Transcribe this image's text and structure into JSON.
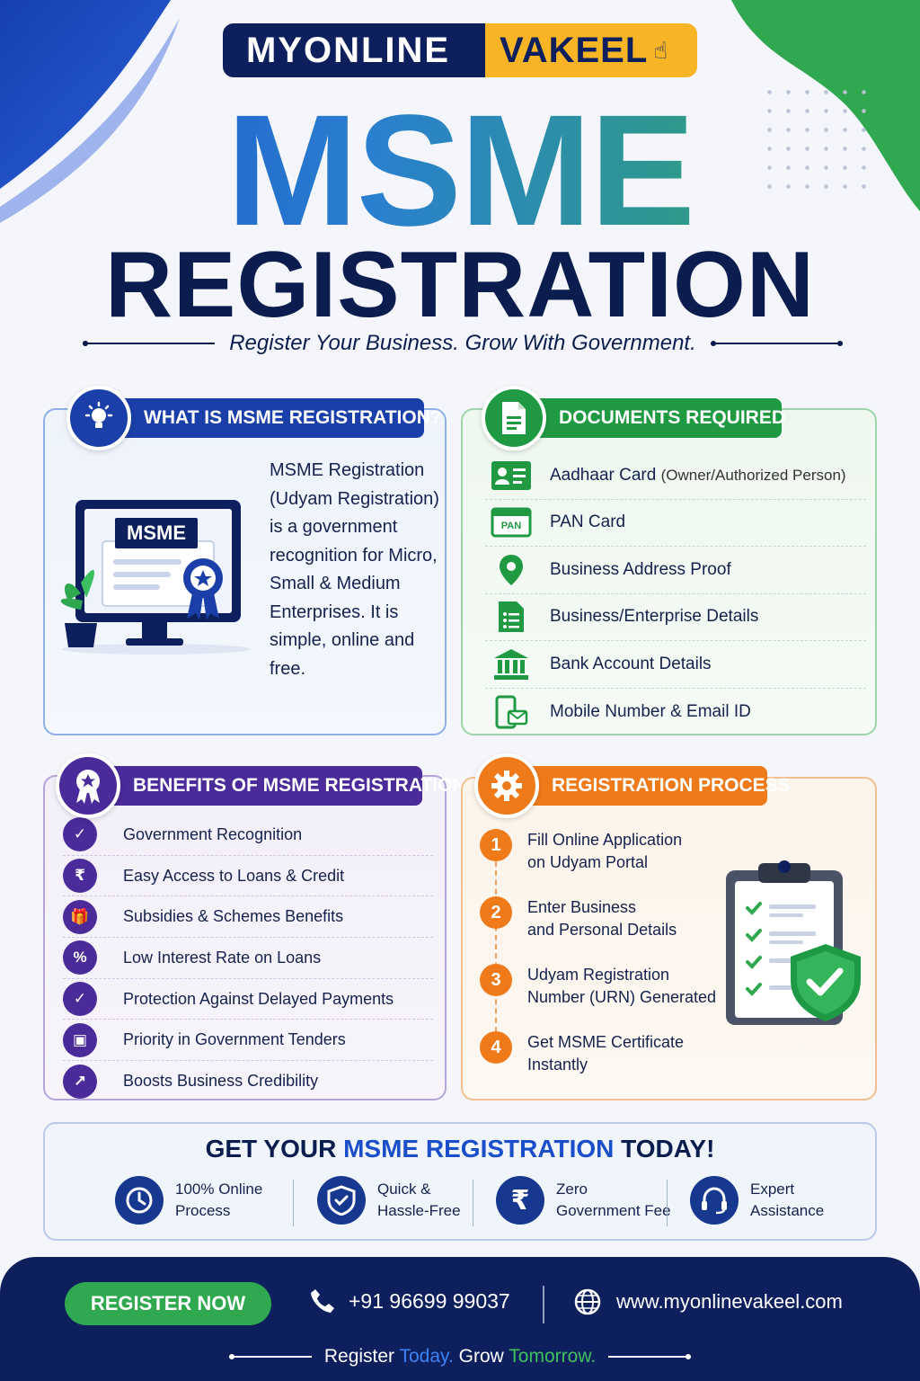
{
  "brand": {
    "part1": "MYONLINE",
    "part2": "VAKEEL"
  },
  "hero": {
    "title_top": "MSME",
    "title_bottom": "REGISTRATION",
    "tagline": "Register Your Business. Grow With Government."
  },
  "what": {
    "heading": "WHAT IS MSME REGISTRATION?",
    "screen_label": "MSME",
    "body": "MSME Registration (Udyam Registration) is a government recognition for Micro, Small & Medium Enterprises. It is simple, online and free."
  },
  "documents": {
    "heading": "DOCUMENTS REQUIRED",
    "pan_tag": "PAN",
    "items": [
      {
        "label": "Aadhaar Card",
        "note": "(Owner/Authorized Person)",
        "icon": "id-card-icon"
      },
      {
        "label": "PAN Card",
        "note": "",
        "icon": "pan-card-icon"
      },
      {
        "label": "Business Address Proof",
        "note": "",
        "icon": "location-pin-icon"
      },
      {
        "label": "Business/Enterprise Details",
        "note": "",
        "icon": "document-list-icon"
      },
      {
        "label": "Bank Account Details",
        "note": "",
        "icon": "bank-icon"
      },
      {
        "label": "Mobile Number & Email ID",
        "note": "",
        "icon": "mobile-email-icon"
      }
    ]
  },
  "benefits": {
    "heading": "BENEFITS OF MSME REGISTRATION",
    "items": [
      {
        "label": "Government Recognition",
        "glyph": "✓",
        "icon": "shield-check-icon"
      },
      {
        "label": "Easy Access to Loans & Credit",
        "glyph": "₹",
        "icon": "rupee-hand-icon"
      },
      {
        "label": "Subsidies & Schemes Benefits",
        "glyph": "🎁",
        "icon": "gift-icon"
      },
      {
        "label": "Low Interest Rate on Loans",
        "glyph": "%",
        "icon": "percent-icon"
      },
      {
        "label": "Protection Against Delayed Payments",
        "glyph": "✓",
        "icon": "shield-icon"
      },
      {
        "label": "Priority in Government Tenders",
        "glyph": "▣",
        "icon": "briefcase-icon"
      },
      {
        "label": "Boosts Business Credibility",
        "glyph": "↗",
        "icon": "growth-chart-icon"
      }
    ]
  },
  "process": {
    "heading": "REGISTRATION PROCESS",
    "steps": [
      {
        "num": "1",
        "line1": "Fill Online Application",
        "line2": "on Udyam Portal"
      },
      {
        "num": "2",
        "line1": "Enter Business",
        "line2": "and Personal Details"
      },
      {
        "num": "3",
        "line1": "Udyam Registration",
        "line2": "Number (URN) Generated"
      },
      {
        "num": "4",
        "line1": "Get MSME Certificate",
        "line2": "Instantly"
      }
    ]
  },
  "cta": {
    "title_pre": "GET YOUR ",
    "title_hl": "MSME REGISTRATION",
    "title_post": " TODAY!",
    "features": [
      {
        "line1": "100% Online",
        "line2": "Process",
        "icon": "clock-icon"
      },
      {
        "line1": "Quick &",
        "line2": "Hassle-Free",
        "icon": "shield-check-icon"
      },
      {
        "line1": "Zero",
        "line2": "Government Fee",
        "icon": "rupee-icon"
      },
      {
        "line1": "Expert",
        "line2": "Assistance",
        "icon": "headset-icon"
      }
    ]
  },
  "footer": {
    "button": "REGISTER NOW",
    "phone": "+91 96699 99037",
    "website": "www.myonlinevakeel.com",
    "slogan_a": "Register ",
    "slogan_b": "Today.",
    "slogan_c": " Grow ",
    "slogan_d": "Tomorrow."
  },
  "colors": {
    "navy": "#0d1f5c",
    "blue": "#1a4fc9",
    "green": "#2fa84f",
    "purple": "#4b2a9a",
    "orange": "#ef7a1a",
    "yellow": "#f7b526"
  }
}
